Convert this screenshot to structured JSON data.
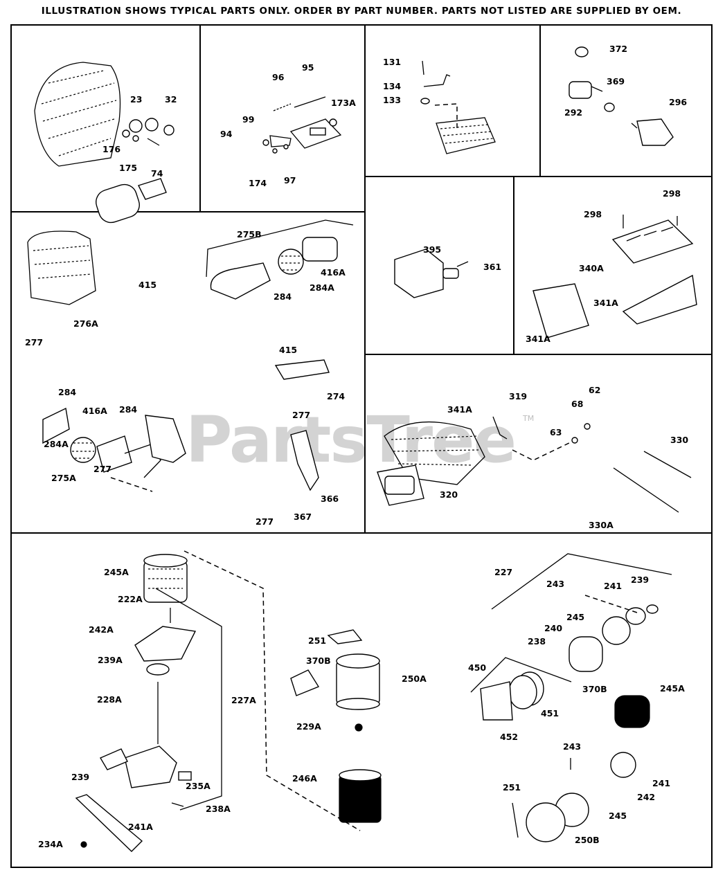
{
  "header": {
    "notice": "ILLUSTRATION SHOWS TYPICAL PARTS ONLY. ORDER BY PART NUMBER. PARTS NOT LISTED ARE SUPPLIED BY OEM."
  },
  "watermark": {
    "text": "PartsTree",
    "mark": "TM"
  },
  "panels": {
    "p1": [
      "23",
      "32",
      "176",
      "175",
      "74"
    ],
    "p2": [
      "96",
      "95",
      "173A",
      "99",
      "94",
      "174",
      "97"
    ],
    "p3": [
      "131",
      "134",
      "133"
    ],
    "p4": [
      "372",
      "369",
      "292",
      "296"
    ],
    "p5": [
      "275B",
      "415",
      "416A",
      "284A",
      "284",
      "276A",
      "277",
      "415",
      "274",
      "277",
      "284",
      "416A",
      "284",
      "284A",
      "275A",
      "277",
      "366",
      "277",
      "367"
    ],
    "p6": [
      "395",
      "361"
    ],
    "p7": [
      "298",
      "298",
      "340A",
      "341A",
      "341A"
    ],
    "p8": [
      "341A",
      "319",
      "62",
      "68",
      "63",
      "330",
      "320",
      "330A"
    ],
    "p9": [
      "245A",
      "222A",
      "242A",
      "239A",
      "228A",
      "227A",
      "239",
      "235A",
      "238A",
      "241A",
      "234A"
    ],
    "p10": [
      "251",
      "370B",
      "250A",
      "229A",
      "246A"
    ],
    "p11": [
      "227",
      "243",
      "241",
      "239",
      "245",
      "240",
      "238",
      "450",
      "370B",
      "245A",
      "451",
      "452",
      "243",
      "251",
      "241",
      "242",
      "245",
      "250B"
    ]
  },
  "colors": {
    "ink": "#000000",
    "paper": "#ffffff",
    "watermark": "#cfcfcf"
  }
}
